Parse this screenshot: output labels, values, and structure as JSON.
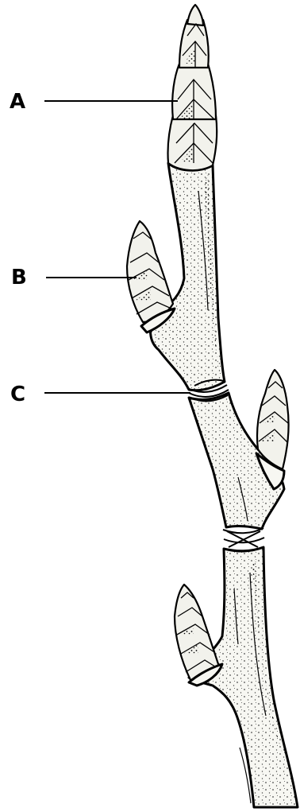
{
  "labels": {
    "a": "A",
    "b": "B",
    "c": "C"
  },
  "colors": {
    "ink": "#000000",
    "paper": "#ffffff",
    "fill": "#f7f7f2"
  }
}
